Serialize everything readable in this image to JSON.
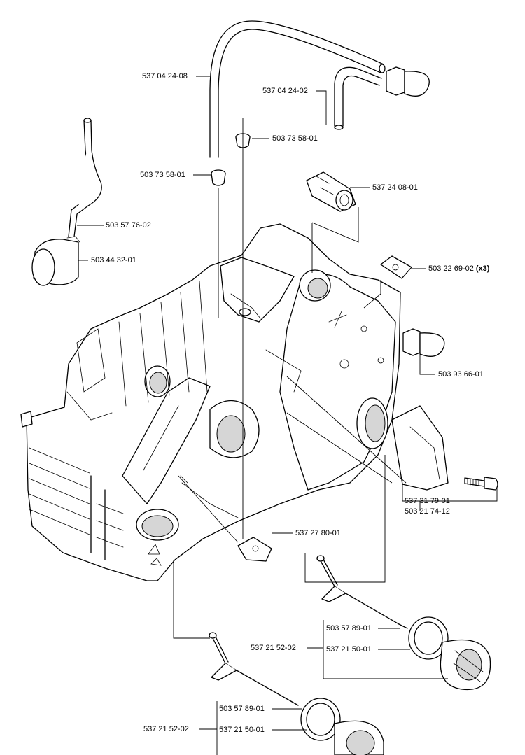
{
  "labels": {
    "fuel_hose_upper": "537 04 24-08",
    "fuel_hose_short": "537 04 24-02",
    "grommet_top": "503 73 58-01",
    "grommet_left": "503 73 58-01",
    "valve": "537 24 08-01",
    "fuel_pipe": "503 57 76-02",
    "fuel_filter": "503 44 32-01",
    "clip_code": "503 22 69-02",
    "clip_qty": "(x3)",
    "primer": "503 93 66-01",
    "cover": "537 31 79-01",
    "screw": "503 21 74-12",
    "bracket": "537 27 80-01",
    "cap_assembly_upper": "537 21 52-02",
    "strap_upper": "503 57 89-01",
    "cap_upper": "537 21 50-01",
    "cap_assembly_lower": "537 21 52-02",
    "strap_lower": "503 57 89-01",
    "cap_lower": "537 21 50-01"
  }
}
